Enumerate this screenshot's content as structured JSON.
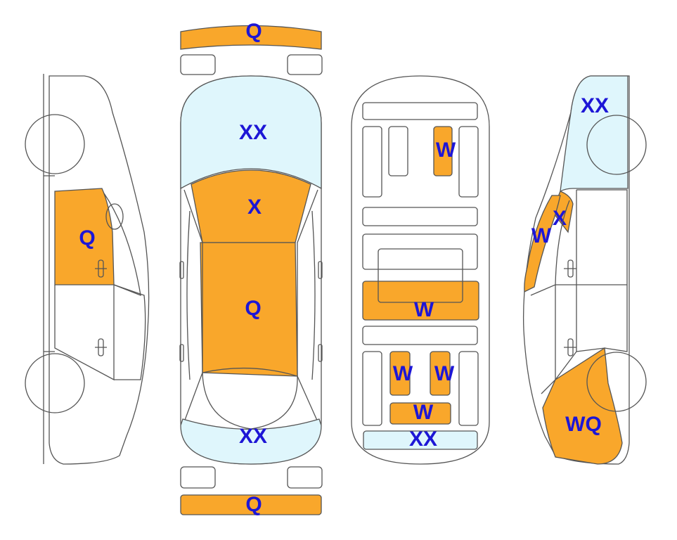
{
  "colors": {
    "damage": "#f9a72b",
    "glass": "#dff6fc",
    "body": "#ffffff",
    "outline": "#555555",
    "label": "#1d16d6"
  },
  "labels": {
    "front_bumper": "Q",
    "rear_bumper": "Q",
    "windshield": "XX",
    "hood": "X",
    "roof": "Q",
    "rear_window": "XX",
    "interior_rear_seat": "W",
    "interior_front_seat": "W",
    "interior_rear_left": "W",
    "interior_rear_right": "W",
    "interior_rear_bench": "W",
    "interior_trunk": "XX",
    "left_front_door": "Q",
    "right_windshield": "XX",
    "right_pillar": "X",
    "right_fender": "W",
    "right_rear_quarter": "WQ"
  }
}
